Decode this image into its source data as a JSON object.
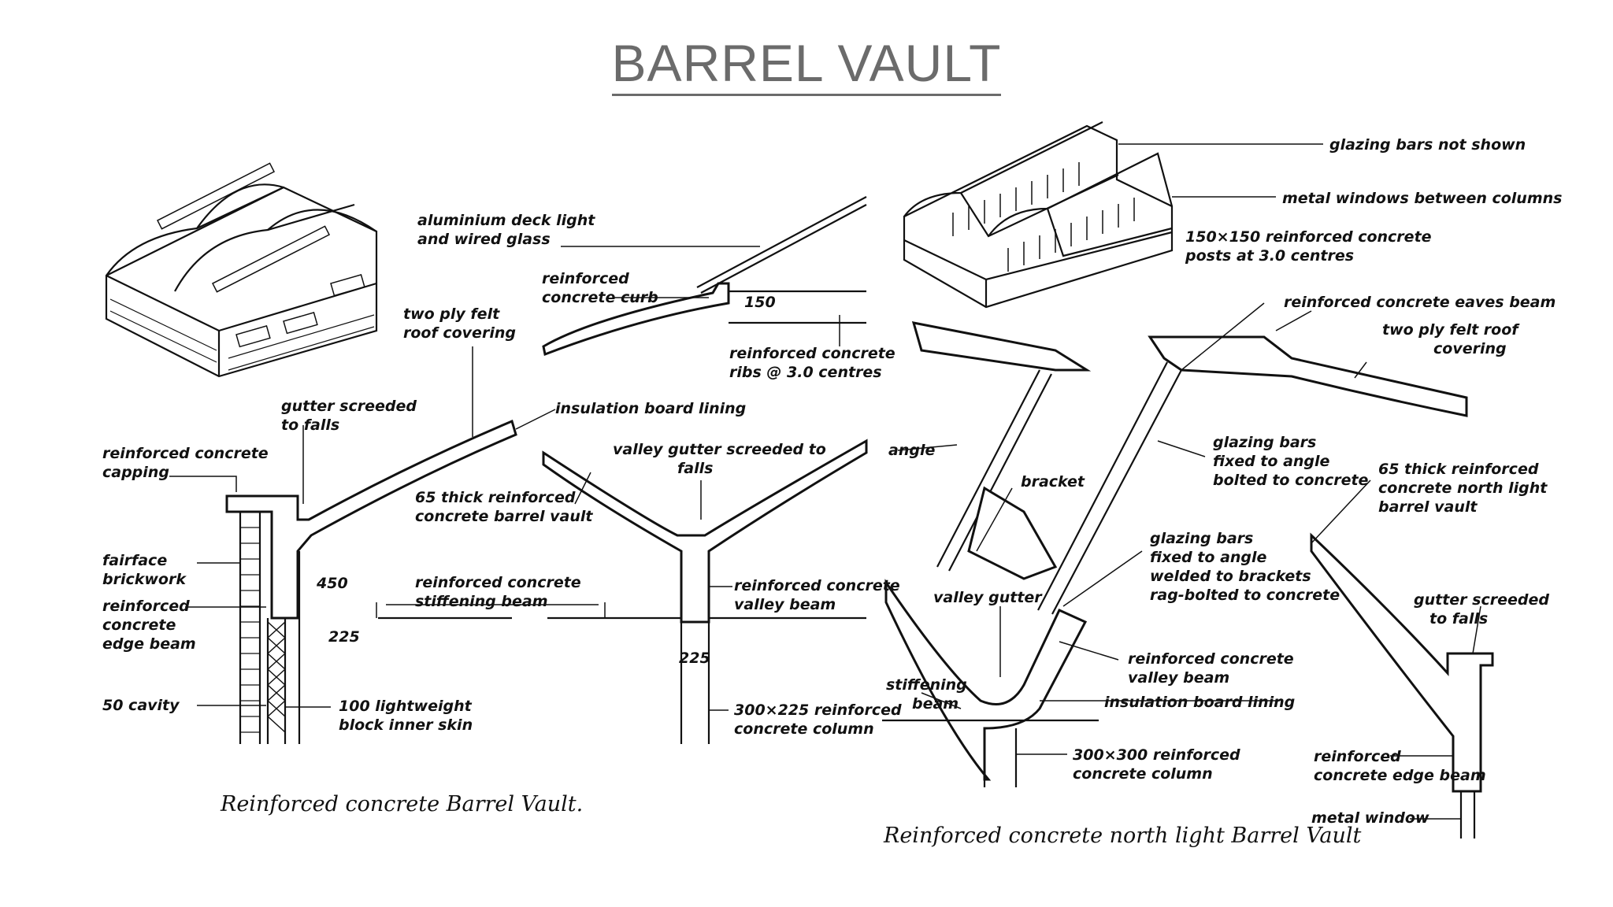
{
  "title": "BARREL VAULT",
  "left_diagram": {
    "caption": "Reinforced concrete Barrel Vault.",
    "labels": {
      "deck_light": [
        "aluminium deck light",
        "and wired glass"
      ],
      "curb": [
        "reinforced",
        "concrete curb"
      ],
      "curb_dim": "150",
      "ribs": [
        "reinforced concrete",
        "ribs @ 3.0 centres"
      ],
      "felt": [
        "two ply felt",
        "roof covering"
      ],
      "insulation": "insulation board lining",
      "gutter": [
        "gutter screeded",
        "to falls"
      ],
      "capping": [
        "reinforced concrete",
        "capping"
      ],
      "vault": [
        "65 thick reinforced",
        "concrete barrel vault"
      ],
      "valley_gutter": [
        "valley gutter screeded to",
        "falls"
      ],
      "brickwork": [
        "fairface",
        "brickwork"
      ],
      "dim_450": "450",
      "stiffening": [
        "reinforced concrete",
        "stiffening beam"
      ],
      "valley_beam": [
        "reinforced concrete",
        "valley beam"
      ],
      "edge_beam": [
        "reinforced",
        "concrete",
        "edge beam"
      ],
      "dim_225a": "225",
      "dim_225b": "225",
      "cavity": "50 cavity",
      "block": [
        "100 lightweight",
        "block inner skin"
      ],
      "column": [
        "300×225 reinforced",
        "concrete column"
      ]
    }
  },
  "right_diagram": {
    "caption": "Reinforced concrete north light Barrel Vault",
    "labels": {
      "glazing_not_shown": "glazing bars not shown",
      "metal_windows": "metal windows between columns",
      "posts": [
        "150×150 reinforced concrete",
        "posts at 3.0 centres"
      ],
      "eaves_beam": "reinforced concrete eaves beam",
      "felt": [
        "two ply felt roof",
        "covering"
      ],
      "angle": "angle",
      "bracket": "bracket",
      "glazing_fixed": [
        "glazing bars",
        "fixed to angle",
        "bolted to concrete"
      ],
      "vault": [
        "65 thick reinforced",
        "concrete north light",
        "barrel vault"
      ],
      "glazing_welded": [
        "glazing bars",
        "fixed to angle",
        "welded to brackets",
        "rag-bolted to concrete"
      ],
      "valley_gutter": "valley gutter",
      "gutter": [
        "gutter screeded",
        "to falls"
      ],
      "stiffening": [
        "stiffening",
        "beam"
      ],
      "valley_beam": [
        "reinforced concrete",
        "valley beam"
      ],
      "insulation": "insulation board lining",
      "column": [
        "300×300 reinforced",
        "concrete column"
      ],
      "edge_beam": [
        "reinforced",
        "concrete edge beam"
      ],
      "metal_window": "metal window"
    }
  }
}
